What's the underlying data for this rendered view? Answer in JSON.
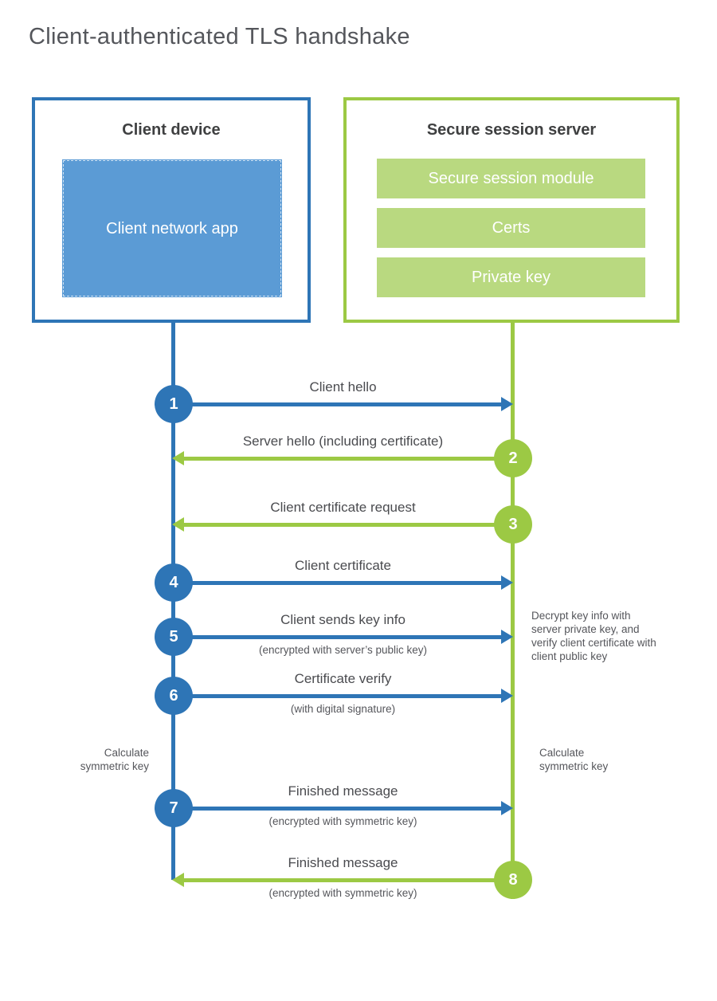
{
  "title": "Client-authenticated TLS handshake",
  "client_box": {
    "title": "Client device",
    "app_label": "Client network app"
  },
  "server_box": {
    "title": "Secure session server",
    "modules": [
      "Secure session module",
      "Certs",
      "Private key"
    ]
  },
  "messages": [
    {
      "num": "1",
      "label": "Client hello",
      "direction": "client-to-server"
    },
    {
      "num": "2",
      "label": "Server hello (including certificate)",
      "direction": "server-to-client"
    },
    {
      "num": "3",
      "label": "Client certificate request",
      "direction": "server-to-client"
    },
    {
      "num": "4",
      "label": "Client certificate",
      "direction": "client-to-server"
    },
    {
      "num": "5",
      "label": "Client sends key info",
      "sub": "(encrypted with server’s public key)",
      "direction": "client-to-server"
    },
    {
      "num": "6",
      "label": "Certificate verify",
      "sub": "(with digital signature)",
      "direction": "client-to-server"
    },
    {
      "num": "7",
      "label": "Finished message",
      "sub": "(encrypted with symmetric key)",
      "direction": "client-to-server"
    },
    {
      "num": "8",
      "label": "Finished message",
      "sub": "(encrypted with symmetric key)",
      "direction": "server-to-client"
    }
  ],
  "annotations": {
    "decrypt_note": "Decrypt key info with server private key, and verify client certificate with client public key",
    "calc_left": "Calculate symmetric key",
    "calc_right": "Calculate symmetric key"
  },
  "colors": {
    "blue_stroke": "#2e75b6",
    "blue_fill": "#5b9bd5",
    "green_stroke": "#9cc944",
    "green_fill": "#b9d980",
    "heading": "#3f4041",
    "label": "#4a4b4f",
    "note": "#55565b",
    "title": "#54565b"
  }
}
